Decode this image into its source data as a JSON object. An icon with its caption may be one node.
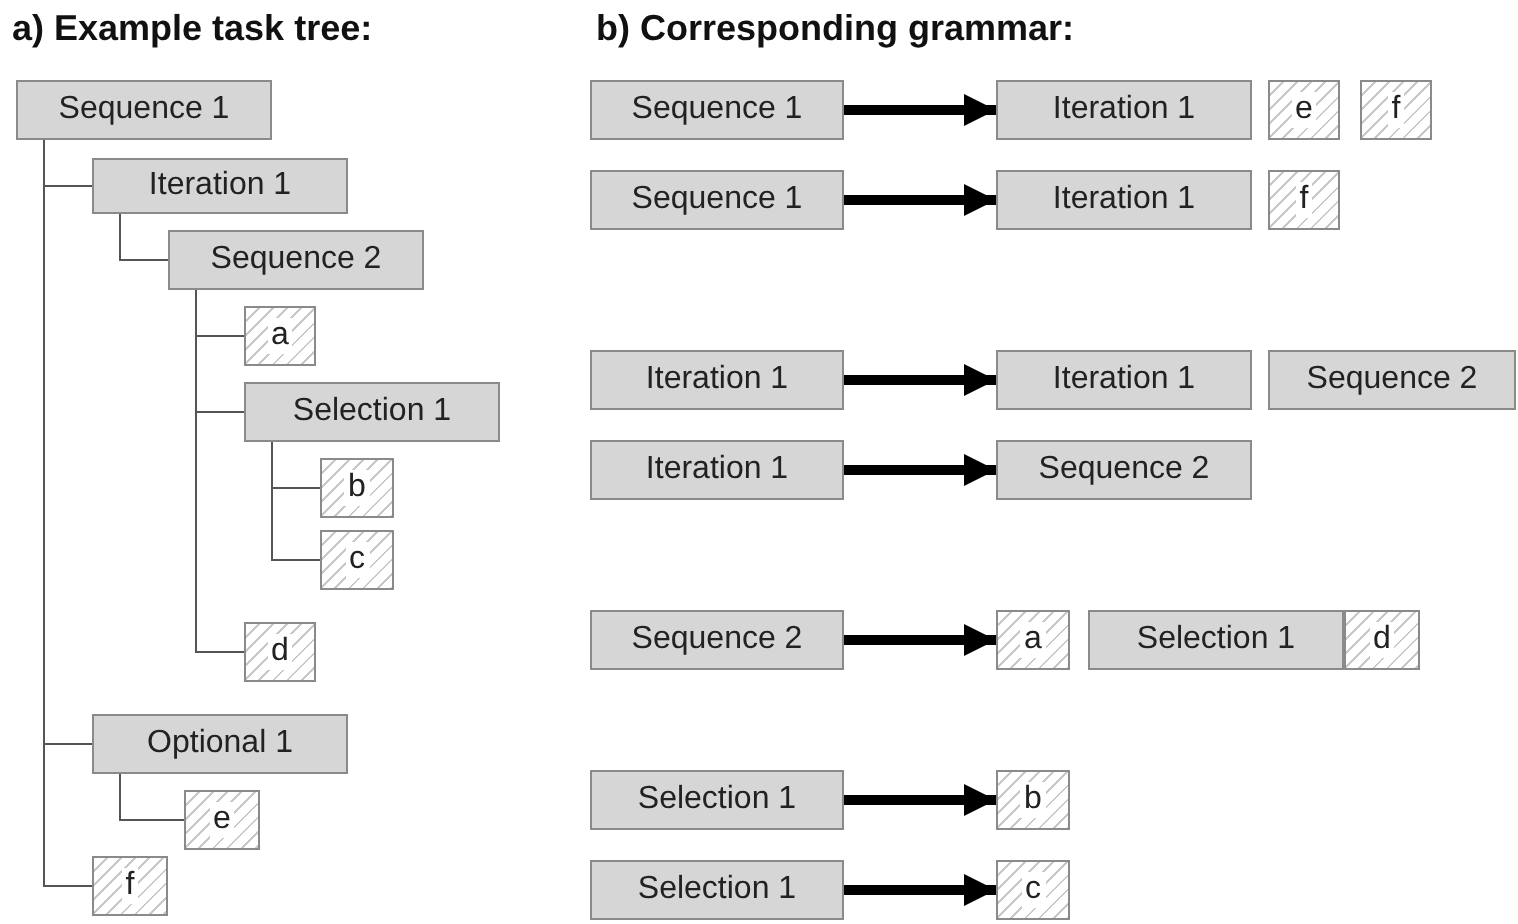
{
  "diagram": {
    "nodes": [
      {
        "text": [
          "Sequence 1"
        ]
      },
      {
        "text": [
          "Iteration 1"
        ]
      },
      {
        "text": [
          "Sequence 2"
        ]
      },
      {
        "text": [
          "a"
        ]
      },
      {
        "text": [
          "Selection 1"
        ]
      },
      {
        "text": [
          "b"
        ]
      },
      {
        "text": [
          "c"
        ]
      },
      {
        "text": [
          "d"
        ]
      },
      {
        "text": [
          "Optional 1"
        ]
      },
      {
        "text": [
          "e"
        ]
      },
      {
        "text": [
          "f"
        ]
      },
      {
        "text": [
          "Sequence 1"
        ]
      },
      {
        "text": [
          "Iteration 1"
        ]
      },
      {
        "text": [
          "e"
        ]
      },
      {
        "text": [
          "f"
        ]
      },
      {
        "text": [
          "Sequence 1"
        ]
      },
      {
        "text": [
          "Iteration 1"
        ]
      },
      {
        "text": [
          "f"
        ]
      },
      {
        "text": [
          "Iteration 1"
        ]
      },
      {
        "text": [
          "Iteration 1"
        ]
      },
      {
        "text": [
          "Sequence 2"
        ]
      },
      {
        "text": [
          "Iteration 1"
        ]
      },
      {
        "text": [
          "Sequence 2"
        ]
      },
      {
        "text": [
          "Sequence 2"
        ]
      },
      {
        "text": [
          "a"
        ]
      },
      {
        "text": [
          "Selection 1"
        ]
      },
      {
        "text": [
          "d"
        ]
      },
      {
        "text": [
          "Selection 1"
        ]
      },
      {
        "text": [
          "b"
        ]
      },
      {
        "text": [
          "Selection 1"
        ]
      },
      {
        "text": [
          "c"
        ]
      }
    ],
    "edges": [
      {
        "from": 0,
        "to": 1,
        "arrow": "none"
      },
      {
        "from": 1,
        "to": 2,
        "arrow": "none"
      },
      {
        "from": 2,
        "to": 3,
        "arrow": "none"
      },
      {
        "from": 2,
        "to": 4,
        "arrow": "none"
      },
      {
        "from": 4,
        "to": 5,
        "arrow": "none"
      },
      {
        "from": 4,
        "to": 6,
        "arrow": "none"
      },
      {
        "from": 2,
        "to": 7,
        "arrow": "none"
      },
      {
        "from": 0,
        "to": 8,
        "arrow": "none"
      },
      {
        "from": 8,
        "to": 9,
        "arrow": "none"
      },
      {
        "from": 0,
        "to": 10,
        "arrow": "none"
      },
      {
        "from": 11,
        "to": 12,
        "arrow": "to",
        "style": "thick"
      },
      {
        "from": 15,
        "to": 16,
        "arrow": "to",
        "style": "thick"
      },
      {
        "from": 18,
        "to": 19,
        "arrow": "to",
        "style": "thick"
      },
      {
        "from": 21,
        "to": 22,
        "arrow": "to",
        "style": "thick"
      },
      {
        "from": 23,
        "to": 24,
        "arrow": "to",
        "style": "thick"
      },
      {
        "from": 27,
        "to": 28,
        "arrow": "to",
        "style": "thick"
      },
      {
        "from": 29,
        "to": 30,
        "arrow": "to",
        "style": "thick"
      }
    ],
    "labels": [
      "a) Example task tree:",
      "b) Corresponding grammar:"
    ]
  }
}
